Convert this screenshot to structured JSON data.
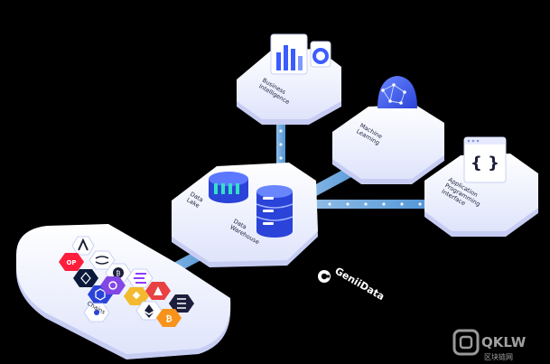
{
  "diagram": {
    "nodes": {
      "business_intelligence": {
        "lines": [
          "Business",
          "Intelligence"
        ]
      },
      "machine_learning": {
        "lines": [
          "Machine",
          "Learning"
        ]
      },
      "application_programming_interface": {
        "lines": [
          "Application",
          "Programming",
          "Interface"
        ]
      },
      "data_lake": {
        "lines": [
          "Data",
          "Lake"
        ]
      },
      "data_warehouse": {
        "lines": [
          "Data",
          "Warehouse"
        ]
      },
      "chains": {
        "label": "Chains"
      }
    },
    "brand": {
      "name": "GeniiData"
    },
    "watermark": {
      "text": "QKLW",
      "subtext": "区块链网"
    },
    "colors": {
      "background": "#000000",
      "cloud": "#eef1ff",
      "cloud_shadow": "#c7cdf2",
      "connector": "#7dbdf0",
      "accent_blue": "#3b5cff"
    },
    "chain_icons": [
      "arbitrum-icon",
      "optimism-icon",
      "injective-icon",
      "cronos-icon",
      "bitcoin-logo-icon",
      "chainlink-icon",
      "solana-icon",
      "polygon-icon",
      "bnb-icon",
      "avalanche-icon",
      "ethereum-icon",
      "near-icon",
      "bitcoin-icon",
      "flow-icon"
    ]
  }
}
